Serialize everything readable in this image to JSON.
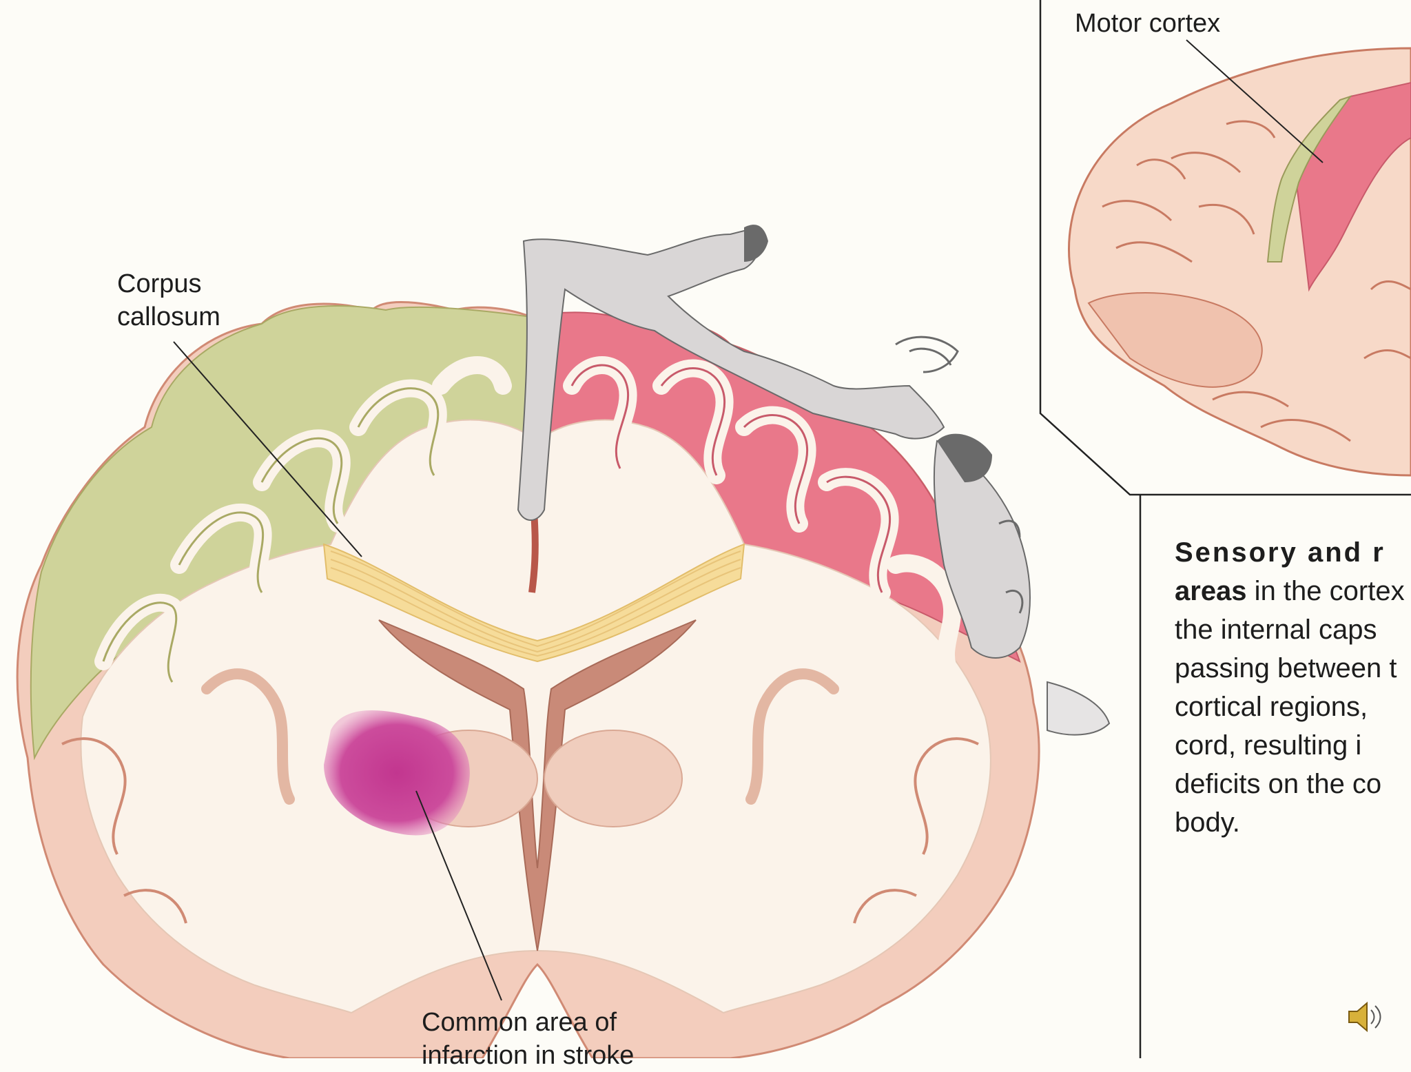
{
  "labels": {
    "corpus_callosum_line1": "Corpus",
    "corpus_callosum_line2": "callosum",
    "motor_cortex": "Motor cortex",
    "infarct_line1": "Common area of",
    "infarct_line2": "infarction in stroke"
  },
  "caption": {
    "bold_1": "Sensory and r",
    "bold_2": "areas",
    "text_1": " in the cortex",
    "lines": [
      "the internal caps",
      "passing between t",
      "cortical regions,",
      "cord, resulting i",
      "deficits on the co",
      "body."
    ]
  },
  "colors": {
    "background": "#fdfcf7",
    "white_matter": "#fbf3ea",
    "sensory_cortex": "#cfd39a",
    "motor_cortex": "#e9788a",
    "corpus_callosum": "#f6dc9a",
    "infarct": "#c8489a",
    "ventricle": "#c98a78",
    "lobe_outer": "#efc3b0"
  },
  "icons": {
    "homunculus": "homunculus-figure",
    "speaker": "speaker-icon"
  }
}
